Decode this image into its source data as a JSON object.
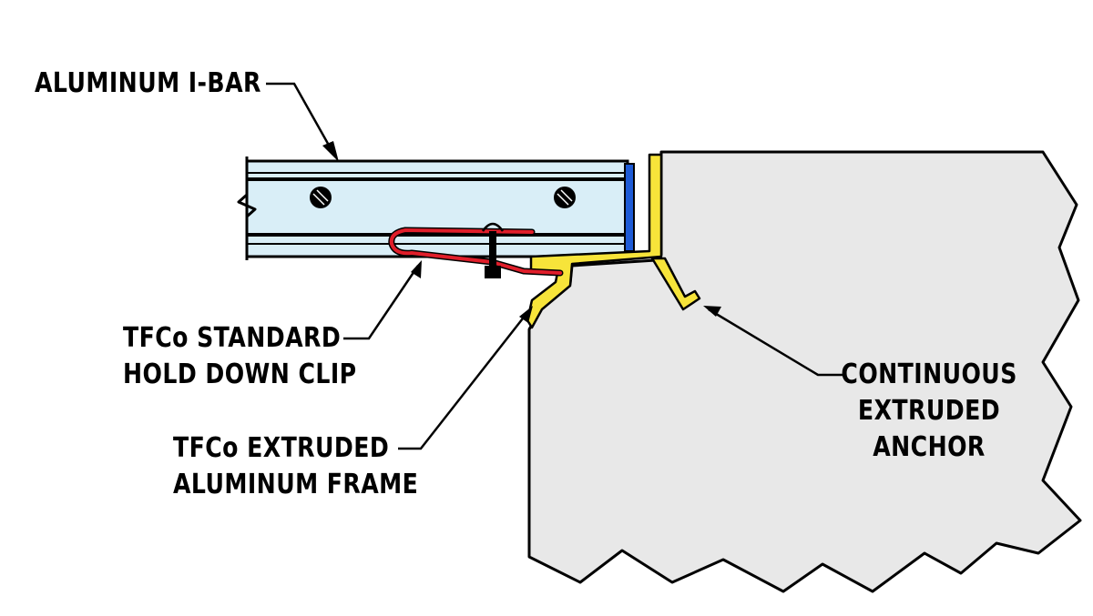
{
  "labels": {
    "i_bar": "ALUMINUM I-BAR",
    "hold_down_clip": [
      "TFCo STANDARD",
      "HOLD DOWN CLIP"
    ],
    "frame": [
      "TFCo EXTRUDED",
      "ALUMINUM FRAME"
    ],
    "anchor": [
      "CONTINUOUS",
      "EXTRUDED",
      "ANCHOR"
    ]
  },
  "colors": {
    "i_bar_fill": "#d9eef7",
    "concrete_fill": "#e8e8e8",
    "frame_fill": "#f7e43a",
    "clip_stroke": "#e01e2a",
    "seal_fill": "#1e5bd6",
    "outline": "#000000"
  }
}
